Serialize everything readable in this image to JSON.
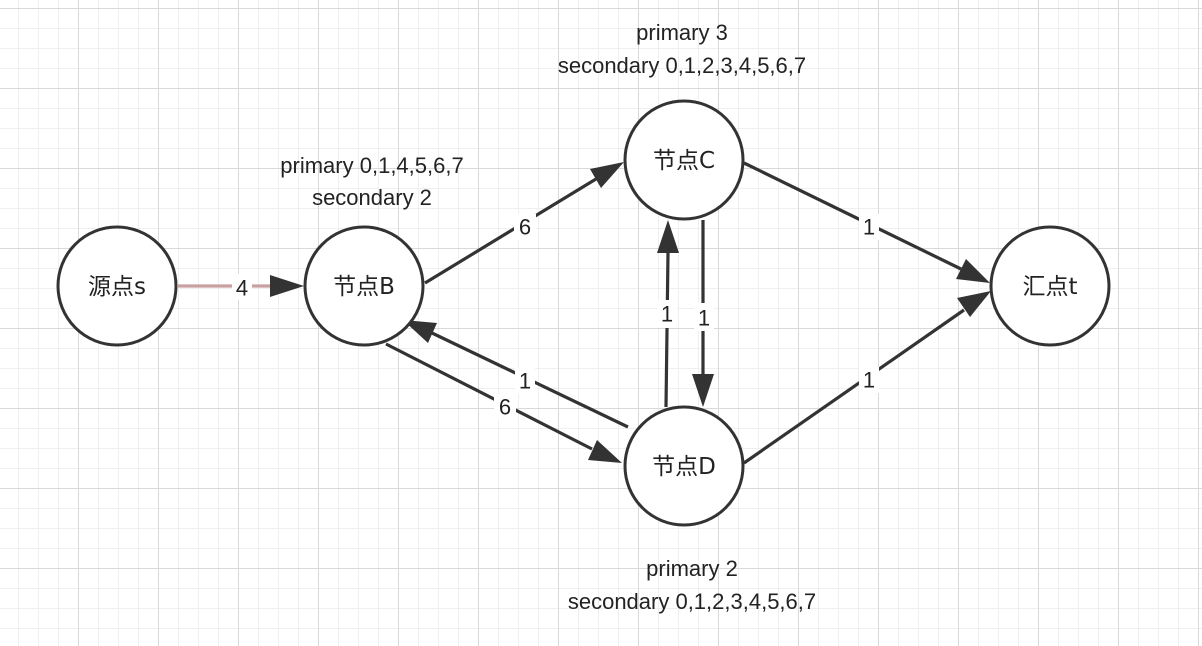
{
  "nodes": {
    "s": {
      "label": "源点s"
    },
    "b": {
      "label": "节点B"
    },
    "c": {
      "label": "节点C"
    },
    "d": {
      "label": "节点D"
    },
    "t": {
      "label": "汇点t"
    }
  },
  "edges": {
    "s_b": {
      "label": "4"
    },
    "b_c": {
      "label": "6"
    },
    "c_t": {
      "label": "1"
    },
    "c_d": {
      "label": "1"
    },
    "d_c": {
      "label": "1"
    },
    "d_b": {
      "label": "1"
    },
    "b_d": {
      "label": "6"
    },
    "d_t": {
      "label": "1"
    }
  },
  "notes": {
    "b": {
      "primary": "primary 0,1,4,5,6,7",
      "secondary": "secondary 2"
    },
    "c": {
      "primary": "primary 3",
      "secondary": "secondary 0,1,2,3,4,5,6,7"
    },
    "d": {
      "primary": "primary 2",
      "secondary": "secondary 0,1,2,3,4,5,6,7"
    }
  }
}
